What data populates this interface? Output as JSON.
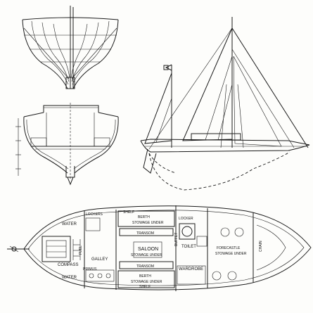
{
  "plan_labels": {
    "water_top": "WATER",
    "lockers": "LOCKERS",
    "shelf_top": "SHELF",
    "berth_top": "BERTH",
    "stowage_under_top": "STOWAGE UNDER",
    "transom_top": "TRANSOM",
    "locker": "LOCKER",
    "buffet": "BUFFET",
    "toilet": "TOILET",
    "saloon": "SALOON",
    "saloon_stowage": "STOWAGE UNDER",
    "compass": "COMPASS",
    "galley": "GALLEY",
    "fuel": "FUEL",
    "fo_castle": "FORECASTLE",
    "fo_castle_stowage": "STOWAGE UNDER",
    "chain": "CHAIN",
    "water_bottom": "WATER",
    "primus": "PRIMUS",
    "transom_bottom": "TRANSOM",
    "berth_bottom": "BERTH",
    "stowage_under_bottom": "STOWAGE UNDER",
    "shelf_bottom": "SHELF",
    "wardrobe": "WARDROBE"
  }
}
